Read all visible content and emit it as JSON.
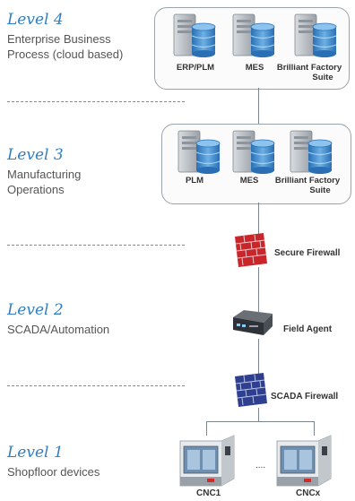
{
  "levels": [
    {
      "title": "Level 4",
      "description_lines": [
        "Enterprise Business",
        "Process (cloud based)"
      ]
    },
    {
      "title": "Level 3",
      "description_lines": [
        "Manufacturing",
        "Operations"
      ]
    },
    {
      "title": "Level 2",
      "description_lines": [
        "SCADA/Automation"
      ]
    },
    {
      "title": "Level 1",
      "description_lines": [
        "Shopfloor devices"
      ]
    }
  ],
  "level4_servers": [
    {
      "label_lines": [
        "ERP/PLM"
      ]
    },
    {
      "label_lines": [
        "MES"
      ]
    },
    {
      "label_lines": [
        "Brilliant Factory",
        "Suite"
      ]
    }
  ],
  "level3_servers": [
    {
      "label_lines": [
        "PLM"
      ]
    },
    {
      "label_lines": [
        "MES"
      ]
    },
    {
      "label_lines": [
        "Brilliant Factory",
        "Suite"
      ]
    }
  ],
  "secure_firewall": {
    "label": "Secure Firewall",
    "brick_color": "#c9262c"
  },
  "field_agent": {
    "label": "Field Agent"
  },
  "scada_firewall": {
    "label": "SCADA Firewall",
    "brick_color": "#2e3f8f"
  },
  "devices": {
    "first": "CNC1",
    "ellipsis": "....",
    "last": "CNCx"
  },
  "colors": {
    "level_title": "#2f7fc2",
    "db_blue": "#3b83c6",
    "server_gray": "#b9bec4"
  }
}
